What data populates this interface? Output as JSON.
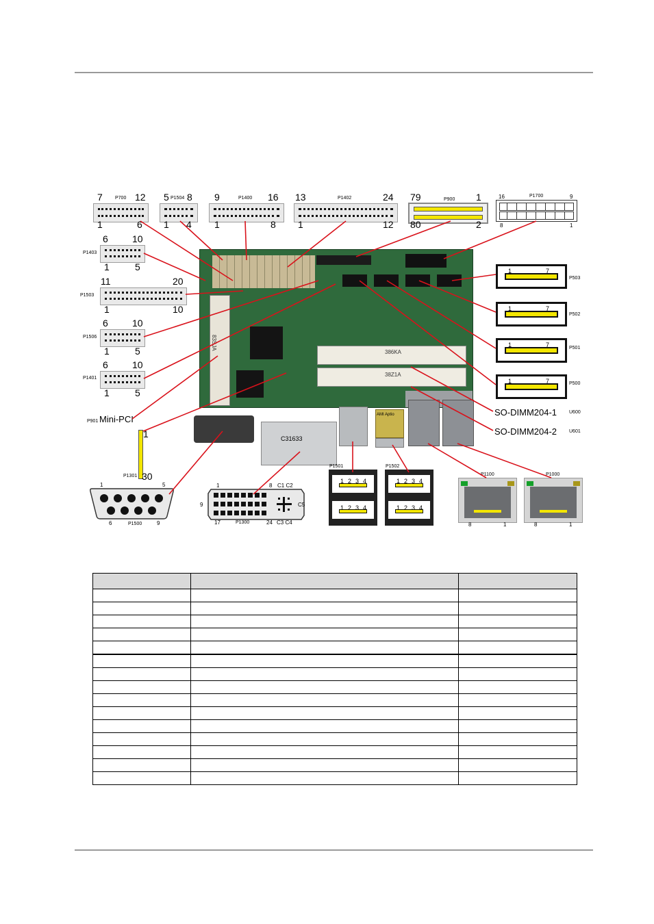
{
  "figure": {
    "headers": {
      "p700": {
        "tl": "7",
        "tr": "12",
        "bl": "1",
        "br": "6",
        "name": "P700"
      },
      "p1504": {
        "tl": "5",
        "tr": "8",
        "bl": "1",
        "br": "4",
        "name": "P1504"
      },
      "p1400": {
        "tl": "9",
        "tr": "16",
        "bl": "1",
        "br": "8",
        "name": "P1400"
      },
      "p1402": {
        "tl": "13",
        "tr": "24",
        "bl": "1",
        "br": "12",
        "name": "P1402"
      },
      "p900": {
        "tl": "79",
        "tr": "1",
        "bl": "80",
        "br": "2",
        "name": "P900"
      },
      "p1700": {
        "tl": "16",
        "tr": "9",
        "bl": "8",
        "br": "1",
        "name": "P1700"
      },
      "p1403": {
        "tl": "6",
        "tr": "10",
        "bl": "1",
        "br": "5",
        "name": "P1403"
      },
      "p1503": {
        "tl": "11",
        "tr": "20",
        "bl": "1",
        "br": "10",
        "name": "P1503"
      },
      "p1506": {
        "tl": "6",
        "tr": "10",
        "bl": "1",
        "br": "5",
        "name": "P1506"
      },
      "p1401": {
        "tl": "6",
        "tr": "10",
        "bl": "1",
        "br": "5",
        "name": "P1401"
      }
    },
    "sata": [
      {
        "name": "P503",
        "left_pin": "1",
        "right_pin": "7"
      },
      {
        "name": "P502",
        "left_pin": "1",
        "right_pin": "7"
      },
      {
        "name": "P501",
        "left_pin": "1",
        "right_pin": "7"
      },
      {
        "name": "P500",
        "left_pin": "1",
        "right_pin": "7"
      }
    ],
    "so_dimm": [
      {
        "label": "SO-DIMM204-1",
        "name": "U600"
      },
      {
        "label": "SO-DIMM204-2",
        "name": "U601"
      }
    ],
    "mini_pci": {
      "name": "P901",
      "label": "Mini-PCI"
    },
    "p1301": {
      "name": "P1301",
      "top_pin": "1",
      "bottom_pin": "30"
    },
    "vga": {
      "name": "P1500",
      "tl": "1",
      "tr": "5",
      "bl": "6",
      "br": "9"
    },
    "dvi": {
      "name": "P1300",
      "tl": "1",
      "tr": "8",
      "c_top": "C1 C2",
      "left": "9",
      "c_mid": "C5",
      "bl": "17",
      "br": "24",
      "c_bot": "C3 C4"
    },
    "usb": [
      {
        "name": "P1501",
        "pins": [
          "1",
          "2",
          "3",
          "4"
        ]
      },
      {
        "name": "P1502",
        "pins": [
          "1",
          "2",
          "3",
          "4"
        ]
      }
    ],
    "lan": [
      {
        "name": "P1100",
        "left_pin": "8",
        "right_pin": "1"
      },
      {
        "name": "P1000",
        "left_pin": "8",
        "right_pin": "1"
      }
    ],
    "board_marks": {
      "dimm1": "386KA",
      "dimm2": "38Z1A",
      "bios": "AMI Aptio",
      "chip": "C31633",
      "mpci": "83SJA"
    }
  },
  "table": {
    "headers": [
      "",
      "",
      ""
    ],
    "rows": [
      [
        "",
        "",
        ""
      ],
      [
        "",
        "",
        ""
      ],
      [
        "",
        "",
        ""
      ],
      [
        "",
        "",
        ""
      ],
      [
        "",
        "",
        ""
      ],
      [
        "",
        "",
        ""
      ],
      [
        "",
        "",
        ""
      ],
      [
        "",
        "",
        ""
      ],
      [
        "",
        "",
        ""
      ],
      [
        "",
        "",
        ""
      ],
      [
        "",
        "",
        ""
      ],
      [
        "",
        "",
        ""
      ],
      [
        "",
        "",
        ""
      ],
      [
        "",
        "",
        ""
      ],
      [
        "",
        "",
        ""
      ]
    ]
  },
  "colors": {
    "board": "#2f6a3c",
    "connector": "#e9e9e9",
    "leader": "#d9121b",
    "pin_yellow": "#f3e600",
    "header_fill": "#d9d9d9"
  }
}
